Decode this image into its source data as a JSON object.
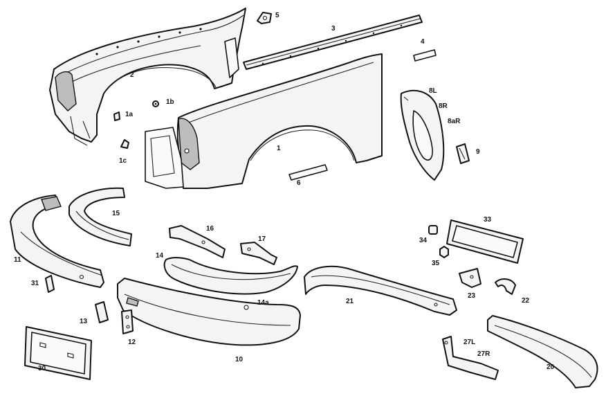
{
  "callouts": [
    {
      "id": "p1",
      "label": "1"
    },
    {
      "id": "p1a",
      "label": "1a"
    },
    {
      "id": "p1b",
      "label": "1b"
    },
    {
      "id": "p1c",
      "label": "1c"
    },
    {
      "id": "p2",
      "label": "2"
    },
    {
      "id": "p3",
      "label": "3"
    },
    {
      "id": "p4",
      "label": "4"
    },
    {
      "id": "p5",
      "label": "5"
    },
    {
      "id": "p6",
      "label": "6"
    },
    {
      "id": "p8L",
      "label": "8L"
    },
    {
      "id": "p8R",
      "label": "8R"
    },
    {
      "id": "p8aR",
      "label": "8aR"
    },
    {
      "id": "p9",
      "label": "9"
    },
    {
      "id": "p10",
      "label": "10"
    },
    {
      "id": "p11",
      "label": "11"
    },
    {
      "id": "p12",
      "label": "12"
    },
    {
      "id": "p13",
      "label": "13"
    },
    {
      "id": "p14",
      "label": "14"
    },
    {
      "id": "p14a",
      "label": "14a"
    },
    {
      "id": "p15",
      "label": "15"
    },
    {
      "id": "p16",
      "label": "16"
    },
    {
      "id": "p17",
      "label": "17"
    },
    {
      "id": "p20",
      "label": "20"
    },
    {
      "id": "p21",
      "label": "21"
    },
    {
      "id": "p22",
      "label": "22"
    },
    {
      "id": "p23",
      "label": "23"
    },
    {
      "id": "p27L",
      "label": "27L"
    },
    {
      "id": "p27R",
      "label": "27R"
    },
    {
      "id": "p30",
      "label": "30"
    },
    {
      "id": "p31",
      "label": "31"
    },
    {
      "id": "p33",
      "label": "33"
    },
    {
      "id": "p34",
      "label": "34"
    },
    {
      "id": "p35",
      "label": "35"
    }
  ]
}
